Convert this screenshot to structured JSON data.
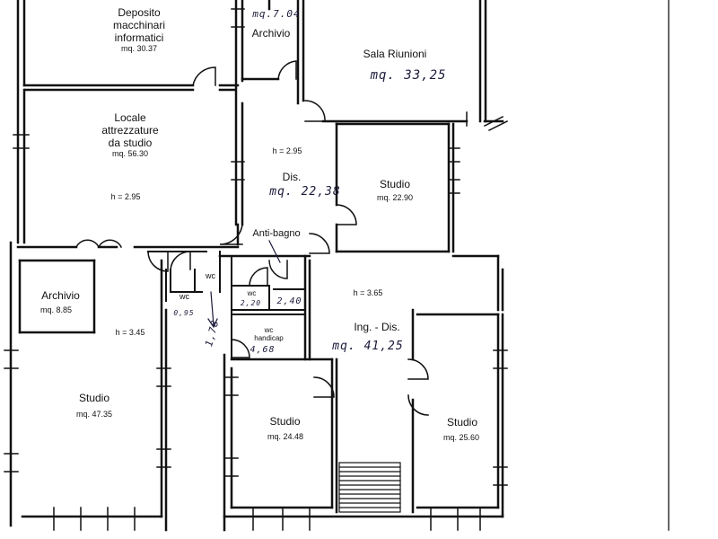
{
  "rooms": {
    "deposito": {
      "name_l1": "Deposito",
      "name_l2": "macchinari",
      "name_l3": "informatici",
      "area": "mq. 30.37"
    },
    "archivio_top": {
      "name": "Archivio",
      "area_hand": "mq.7.04"
    },
    "sala_riunioni": {
      "name": "Sala Riunioni",
      "area_hand": "mq. 33,25"
    },
    "locale": {
      "name_l1": "Locale",
      "name_l2": "attrezzature",
      "name_l3": "da studio",
      "area": "mq. 56.30",
      "height": "h = 2.95"
    },
    "dis": {
      "height": "h = 2.95",
      "name": "Dis.",
      "area_hand": "mq. 22,38"
    },
    "studio_2290": {
      "name": "Studio",
      "area": "mq. 22.90"
    },
    "anti_bagno": {
      "name": "Anti-bagno"
    },
    "archivio_left": {
      "name": "Archivio",
      "area": "mq. 8.85"
    },
    "wc_small": {
      "name": "wc",
      "area_hand": "0,95"
    },
    "wc_corridor": {
      "name": "wc",
      "area_hand": "1,78"
    },
    "wc_mid": {
      "name": "wc",
      "area_hand": "2,20"
    },
    "wc_right_hand": "2,40",
    "wc_handicap": {
      "name_l1": "wc",
      "name_l2": "handicap",
      "area_hand": "4,68"
    },
    "ingresso": {
      "height": "h = 3.65",
      "name": "Ing. - Dis.",
      "area_hand": "mq. 41,25"
    },
    "studio_4735": {
      "name": "Studio",
      "area": "mq. 47.35",
      "height": "h = 3.45"
    },
    "studio_2448": {
      "name": "Studio",
      "area": "mq. 24.48"
    },
    "studio_2560": {
      "name": "Studio",
      "area": "mq. 25.60"
    }
  }
}
